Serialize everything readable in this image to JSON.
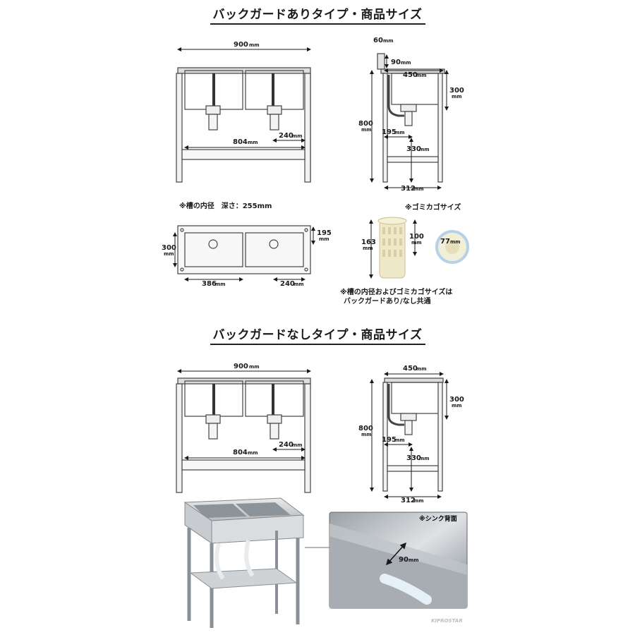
{
  "section_back": {
    "title": "バックガードありタイプ・商品サイズ",
    "front": {
      "width": "900",
      "inner": "804",
      "drain_offset": "240"
    },
    "side": {
      "backguard_w": "60",
      "backguard_h": "90",
      "depth": "450",
      "bowl_depth": "300",
      "height": "800",
      "drain_from_front": "195",
      "shelf_h": "330",
      "leg_span": "312"
    }
  },
  "plan": {
    "note": "※槽の内径　深さ：255mm",
    "bowl_width": "386",
    "bowl_depth": "300",
    "drain_from_back": "195",
    "drain_offset": "240"
  },
  "basket": {
    "title": "※ゴミカゴサイズ",
    "height": "163",
    "slot_height": "100",
    "diameter": "77",
    "common_note_1": "※槽の内径およびゴミカゴサイズは",
    "common_note_2": "バックガードあり/なし共通"
  },
  "section_noback": {
    "title": "バックガードなしタイプ・商品サイズ",
    "front": {
      "width": "900",
      "inner": "804",
      "drain_offset": "240"
    },
    "side": {
      "depth": "450",
      "bowl_depth": "300",
      "height": "800",
      "drain_from_front": "195",
      "shelf_h": "330",
      "leg_span": "312"
    }
  },
  "unit": "mm",
  "photo": {
    "caption": "※シンク背面",
    "gap": "90"
  },
  "brand": "KIPROSTAR"
}
